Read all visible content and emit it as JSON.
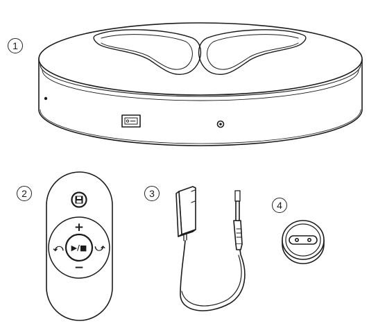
{
  "callouts": [
    "1",
    "2",
    "3",
    "4"
  ],
  "remote": {
    "plus_symbol": "+",
    "minus_symbol": "−",
    "play_pause_symbol": "▶/■",
    "left_symbol": "⤺",
    "right_symbol": "⤻"
  },
  "icons": {
    "turntable": "turntable-icon",
    "footprint": "footprint-icon",
    "power_switch": "power-switch-icon",
    "sensor": "sensor-icon",
    "remote": "remote-control-icon",
    "save": "save-icon",
    "adapter": "power-adapter-icon",
    "plug": "dc-plug-icon",
    "converter": "eu-plug-adapter-icon"
  },
  "colors": {
    "line": "#1a1a1a",
    "background": "#ffffff"
  }
}
